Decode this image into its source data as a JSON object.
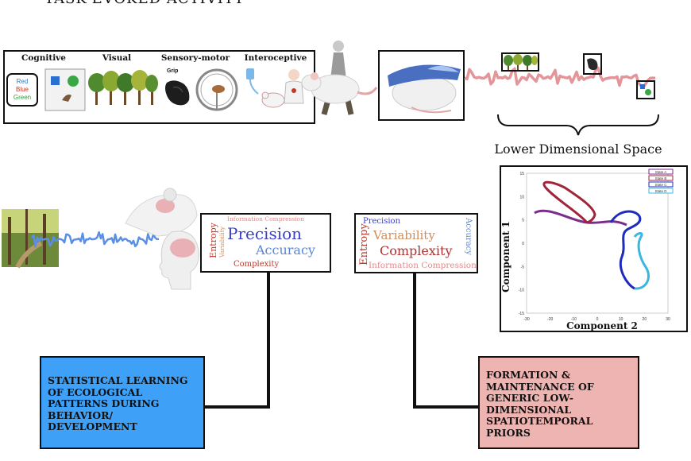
{
  "header": {
    "title": "TASK-EVOKED ACTIVITY"
  },
  "task_panel": {
    "categories": [
      "Cognitive",
      "Visual",
      "Sensory-motor",
      "Interoceptive"
    ],
    "color_words": [
      "Red",
      "Blue",
      "Green"
    ],
    "color_word_colors": [
      "#2b7bd6",
      "#c0392b",
      "#2e9e3e"
    ],
    "grip_label": "Grip"
  },
  "latent": {
    "label": "Lower Dimensional Space"
  },
  "pca_chart": {
    "ylabel": "Component 1",
    "xlabel": "Component 2",
    "xticks": [
      "-30",
      "-20",
      "-10",
      "0",
      "10",
      "20",
      "30"
    ],
    "yticks": [
      "15",
      "10",
      "5",
      "0",
      "-5",
      "-10",
      "-15"
    ],
    "legend": [
      "State A",
      "State B",
      "State C",
      "State D"
    ],
    "legend_colors": [
      "#7a2d8a",
      "#a0243a",
      "#1f2bbd",
      "#39b7e0"
    ]
  },
  "cloud_left": {
    "words": [
      "Information Compression",
      "Entropy",
      "Variability",
      "Precision",
      "Accuracy",
      "Complexity"
    ],
    "colors": [
      "#e48a8a",
      "#c0392b",
      "#d38c5a",
      "#3b3fc4",
      "#5a86d6",
      "#c0392b"
    ]
  },
  "cloud_right": {
    "words": [
      "Precision",
      "Accuracy",
      "Entropy",
      "Variability",
      "Complexity",
      "Information Compression"
    ],
    "colors": [
      "#3b3fc4",
      "#5a86d6",
      "#c0392b",
      "#d38c5a",
      "#b03030",
      "#e48a8a"
    ]
  },
  "outcomes": {
    "left": "STATISTICAL LEARNING OF ECOLOGICAL PATTERNS DURING BEHAVIOR/ DEVELOPMENT",
    "right": "FORMATION & MAINTENANCE OF GENERIC LOW-DIMENSIONAL SPATIOTEMPORAL PRIORS"
  },
  "colors": {
    "blue_box": "#3ea0f7",
    "pink_box": "#edb4b1",
    "wave_red": "#e4959a",
    "wave_blue": "#5a8fe6"
  }
}
